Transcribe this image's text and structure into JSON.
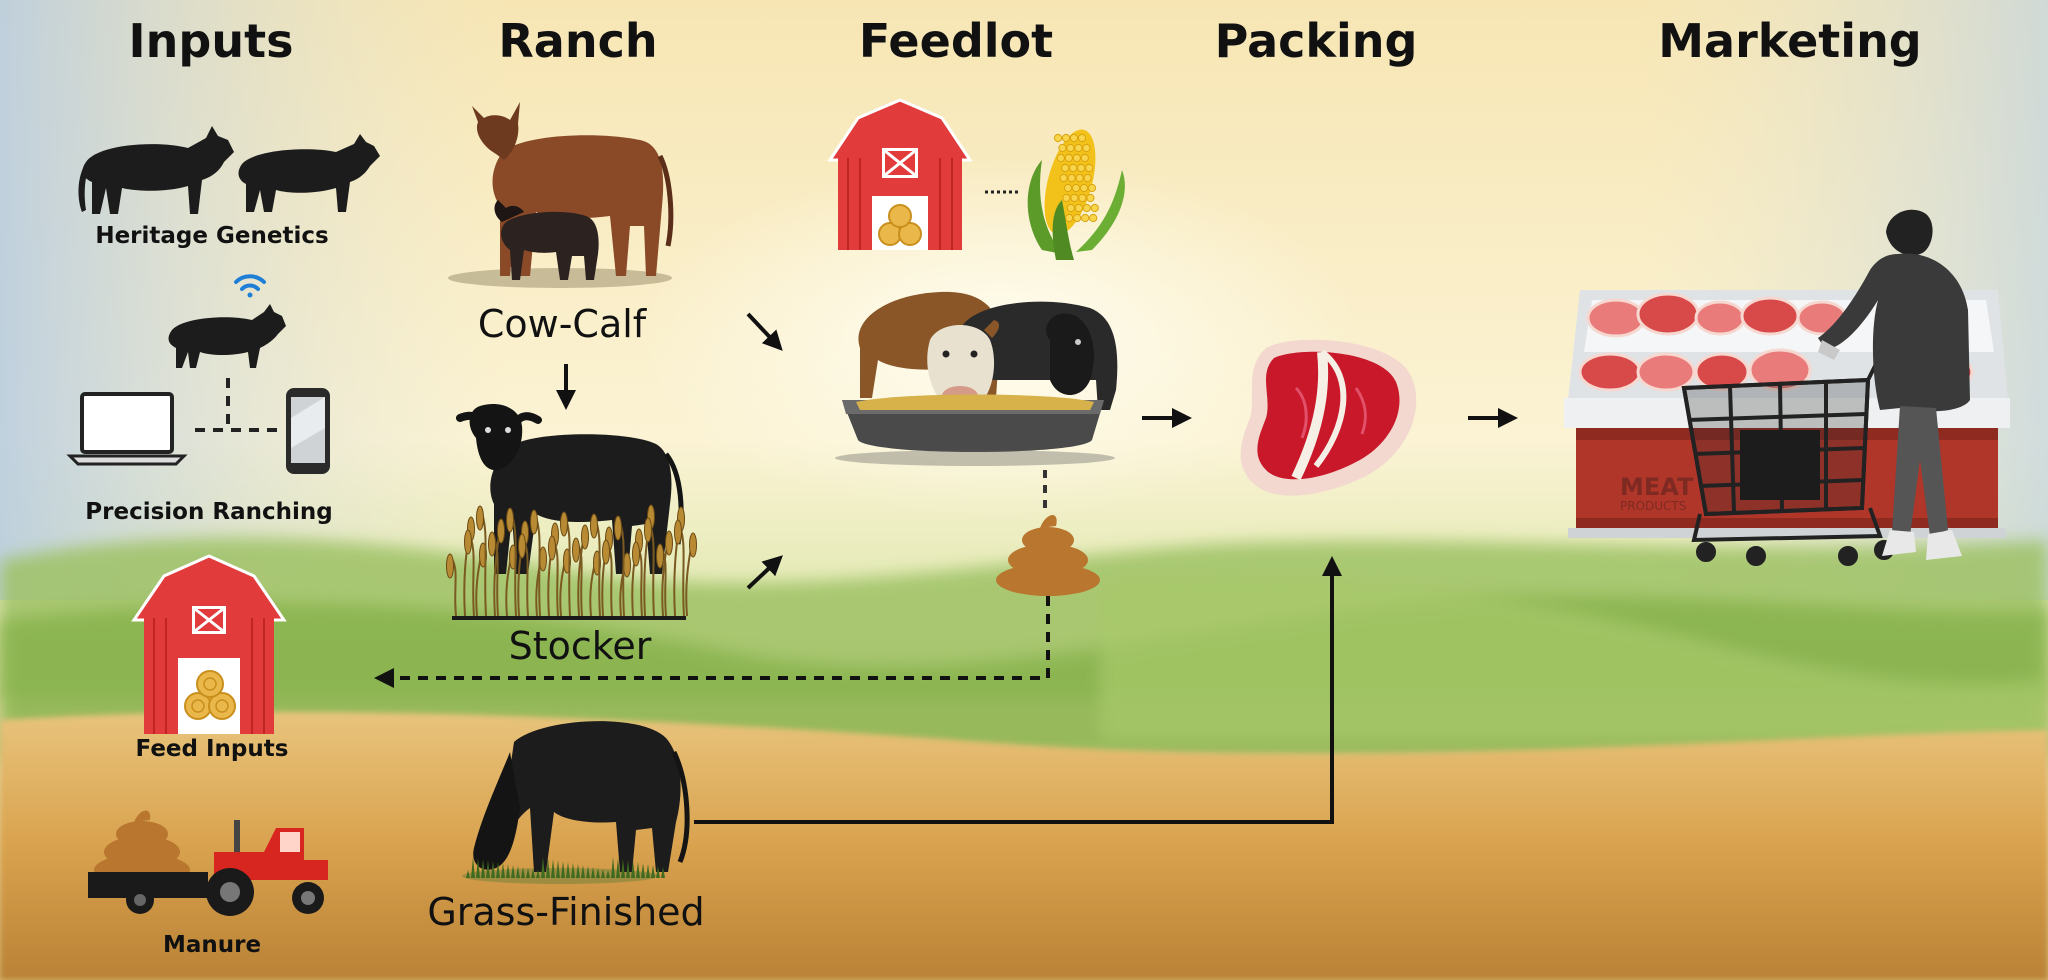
{
  "stages": {
    "inputs": "Inputs",
    "ranch": "Ranch",
    "feedlot": "Feedlot",
    "packing": "Packing",
    "marketing": "Marketing"
  },
  "inputs": {
    "heritage_genetics": "Heritage Genetics",
    "precision_ranching": "Precision Ranching",
    "feed_inputs": "Feed Inputs",
    "manure": "Manure"
  },
  "ranch": {
    "cow_calf": "Cow-Calf",
    "stocker": "Stocker",
    "grass_finished": "Grass-Finished"
  },
  "marketing": {
    "case_sign_line1": "MEAT",
    "case_sign_line2": "PRODUCTS"
  },
  "icons": {
    "heritage": "cattle-silhouette-icon",
    "precision": "connected-cow-icon",
    "feed": "red-barn-icon",
    "manure": "manure-tractor-icon",
    "cow_calf": "cow-and-calf-icon",
    "stocker": "black-steer-in-wheat-icon",
    "grass_finished": "grazing-steer-icon",
    "feedlot_barn": "red-barn-icon",
    "corn": "corn-icon",
    "feedlot": "cattle-at-feed-trough-icon",
    "waste": "manure-pile-icon",
    "steak": "t-bone-steak-icon",
    "store": "meat-case-shopper-icon"
  },
  "colors": {
    "barn_red": "#e23b3b",
    "meat_red": "#c8182a",
    "manure_brown": "#b8762e",
    "arrow": "#111111"
  }
}
